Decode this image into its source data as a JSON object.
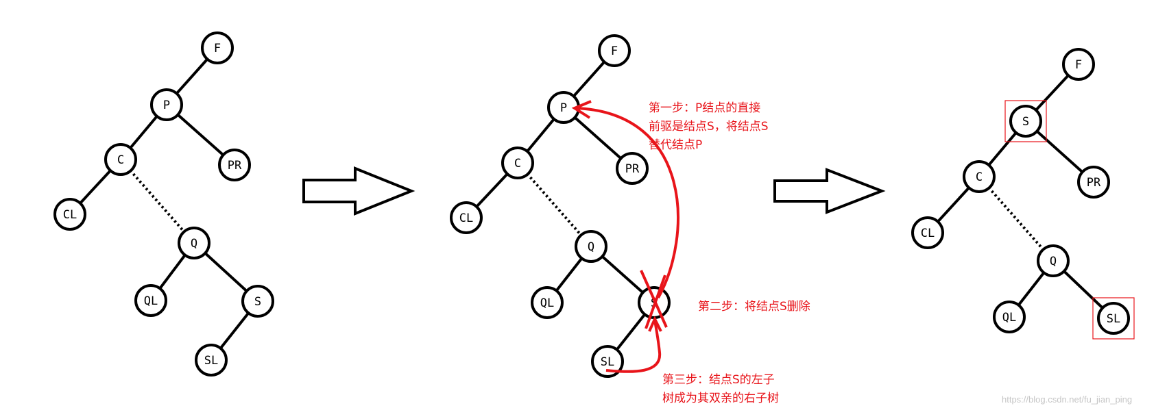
{
  "steps": {
    "step1": [
      "第一步：P结点的直接",
      "前驱是结点S，将结点S",
      "替代结点P"
    ],
    "step2": [
      "第二步：将结点S删除"
    ],
    "step3": [
      "第三步：结点S的左子",
      "树成为其双亲的右子树"
    ]
  },
  "watermark": "https://blog.csdn.net/fu_jian_ping",
  "colors": {
    "stroke": "#000000",
    "annotation": "#e8141a",
    "highlight_box": "#e8141a"
  },
  "trees": [
    {
      "id": "before",
      "nodes": [
        {
          "id": "F",
          "label": "F"
        },
        {
          "id": "P",
          "label": "P"
        },
        {
          "id": "C",
          "label": "C"
        },
        {
          "id": "PR",
          "label": "PR"
        },
        {
          "id": "CL",
          "label": "CL"
        },
        {
          "id": "Q",
          "label": "Q"
        },
        {
          "id": "QL",
          "label": "QL"
        },
        {
          "id": "S",
          "label": "S"
        },
        {
          "id": "SL",
          "label": "SL"
        }
      ],
      "edges": [
        [
          "F",
          "P"
        ],
        [
          "P",
          "C"
        ],
        [
          "P",
          "PR"
        ],
        [
          "C",
          "CL"
        ],
        [
          "C",
          "Q",
          "dotted"
        ],
        [
          "Q",
          "QL"
        ],
        [
          "Q",
          "S"
        ],
        [
          "S",
          "SL"
        ]
      ]
    },
    {
      "id": "process",
      "nodes": [
        {
          "id": "F",
          "label": "F"
        },
        {
          "id": "P",
          "label": "P"
        },
        {
          "id": "C",
          "label": "C"
        },
        {
          "id": "PR",
          "label": "PR"
        },
        {
          "id": "CL",
          "label": "CL"
        },
        {
          "id": "Q",
          "label": "Q"
        },
        {
          "id": "QL",
          "label": "QL"
        },
        {
          "id": "S",
          "label": "S"
        },
        {
          "id": "SL",
          "label": "SL"
        }
      ],
      "edges": [
        [
          "F",
          "P"
        ],
        [
          "P",
          "C"
        ],
        [
          "P",
          "PR"
        ],
        [
          "C",
          "CL"
        ],
        [
          "C",
          "Q",
          "dotted"
        ],
        [
          "Q",
          "QL"
        ],
        [
          "Q",
          "S"
        ],
        [
          "S",
          "SL"
        ]
      ]
    },
    {
      "id": "after",
      "nodes": [
        {
          "id": "F",
          "label": "F"
        },
        {
          "id": "S",
          "label": "S",
          "highlight": true
        },
        {
          "id": "C",
          "label": "C"
        },
        {
          "id": "PR",
          "label": "PR"
        },
        {
          "id": "CL",
          "label": "CL"
        },
        {
          "id": "Q",
          "label": "Q"
        },
        {
          "id": "QL",
          "label": "QL"
        },
        {
          "id": "SL",
          "label": "SL",
          "highlight": true
        }
      ],
      "edges": [
        [
          "F",
          "S"
        ],
        [
          "S",
          "C"
        ],
        [
          "S",
          "PR"
        ],
        [
          "C",
          "CL"
        ],
        [
          "C",
          "Q",
          "dotted"
        ],
        [
          "Q",
          "QL"
        ],
        [
          "Q",
          "SL"
        ]
      ]
    }
  ]
}
